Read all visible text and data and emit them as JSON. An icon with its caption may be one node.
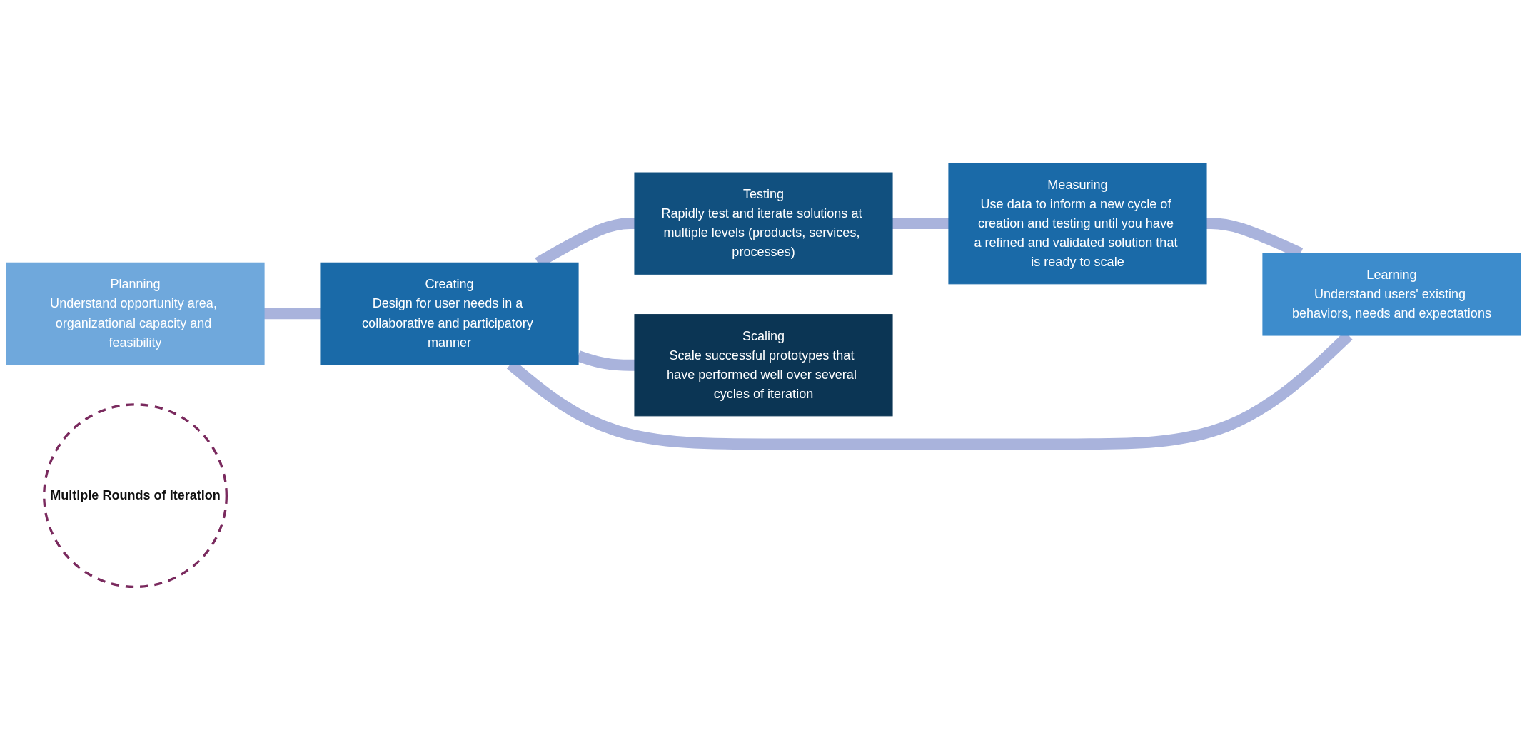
{
  "diagram": {
    "nodes": [
      {
        "text": [
          "Planning",
          "Understand opportunity area, organizational capacity and feasibility"
        ]
      },
      {
        "text": [
          "Learning",
          "Understand users' existing behaviors, needs and expectations"
        ]
      },
      {
        "text": [
          "Creating",
          "Design for user needs in a collaborative and participatory manner"
        ]
      },
      {
        "text": [
          "Multiple Rounds of Iteration"
        ]
      },
      {
        "text": [
          "Testing",
          "Rapidly test and iterate solutions at multiple levels (products, services, processes)"
        ]
      },
      {
        "text": [
          "Scaling",
          "Scale successful prototypes that have performed well over several cycles of iteration"
        ]
      },
      {
        "text": [
          "Measuring",
          "Use data to inform a new cycle of creation and testing until you have a refined and validated solution that is ready to scale"
        ]
      }
    ],
    "edges": [
      {
        "from": 0,
        "to": 2,
        "arrow": "none"
      },
      {
        "from": 2,
        "to": 4,
        "arrow": "none"
      },
      {
        "from": 4,
        "to": 6,
        "arrow": "none"
      },
      {
        "from": 6,
        "to": 1,
        "arrow": "none"
      },
      {
        "from": 1,
        "to": 2,
        "arrow": "none"
      },
      {
        "from": 2,
        "to": 5,
        "arrow": "none"
      }
    ]
  }
}
